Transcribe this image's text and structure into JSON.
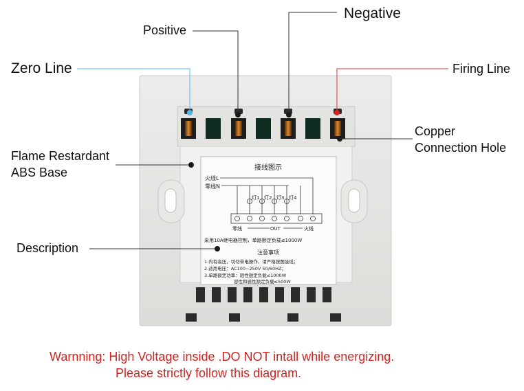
{
  "labels": {
    "zero_line": "Zero Line",
    "positive": "Positive",
    "negative": "Negative",
    "firing_line": "Firing Line",
    "copper_line1": "Copper",
    "copper_line2": "Connection Hole",
    "flame_line1": "Flame Restardant",
    "flame_line2": "ABS Base",
    "description": "Description"
  },
  "sticker": {
    "title": "接线图示",
    "live": "火线L",
    "neutral": "零线N",
    "lamps": [
      "灯1",
      "灯2",
      "灯3",
      "灯4"
    ],
    "zero": "零线",
    "out": "OUT",
    "fire": "火线",
    "spec": "采用10A继电器控制，单路额定负载≤1000W",
    "notes_title": "注意事项",
    "notes": [
      "1.内有高压，切勿带电操作，请严格按图接线；",
      "2.适用电压：AC100~250V  50/60HZ；",
      "3.单路额定功率：阻性额定负载≤1000W",
      "容性和感性额定负载≤500W"
    ]
  },
  "warning": {
    "line1": "Warnning: High Voltage inside .DO NOT intall while energizing.",
    "line2": "Please strictly follow this diagram."
  },
  "colors": {
    "zero_dot": "#4fb4e8",
    "firing_dot": "#e02020",
    "leader_zero": "#5fb6e8",
    "leader_firing": "#d23a3a",
    "warning_text": "#d0231f"
  }
}
